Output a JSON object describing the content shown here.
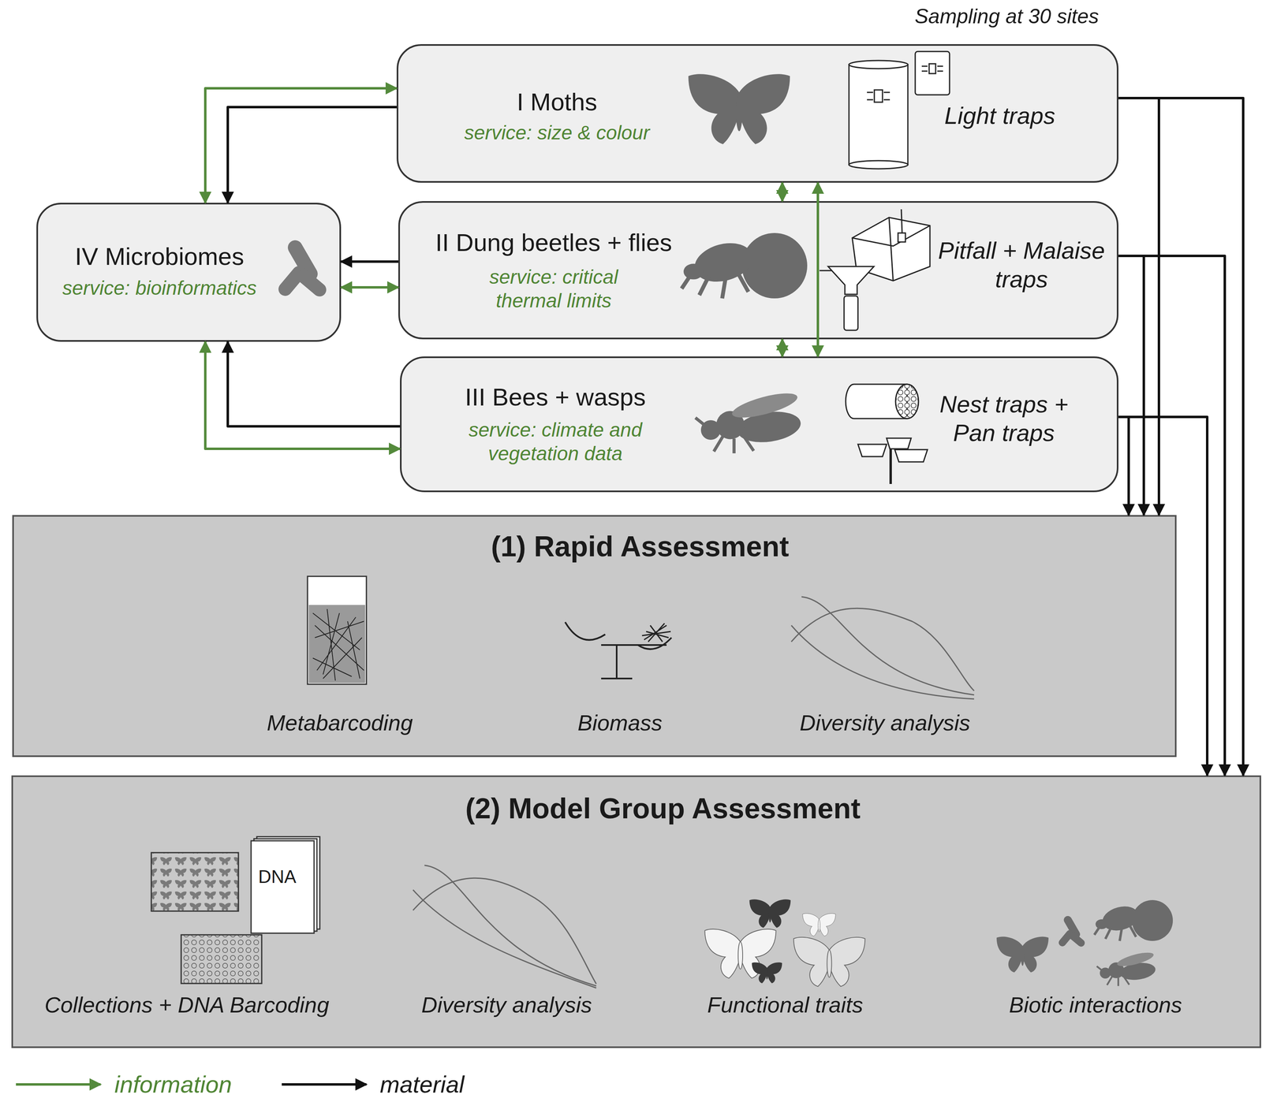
{
  "diagram": {
    "nodes": [
      {
        "text": [
          "I Moths",
          "service: size & colour",
          "Light traps"
        ]
      },
      {
        "text": [
          "IV Microbiomes",
          "service: bioinformatics"
        ]
      },
      {
        "text": [
          "II Dung beetles + flies",
          "service: critical thermal limits",
          "Pitfall + Malaise traps"
        ]
      },
      {
        "text": [
          "III Bees + wasps",
          "service: climate and vegetation data",
          "Nest traps + Pan traps"
        ]
      },
      {
        "text": [
          "(1) Rapid Assessment",
          "Metabarcoding",
          "Biomass",
          "Diversity analysis"
        ]
      },
      {
        "text": [
          "(2) Model Group Assessment",
          "Collections + DNA Barcoding",
          "Diversity analysis",
          "Functional traits",
          "Biotic interactions"
        ]
      }
    ],
    "edges": [
      {
        "from": 0,
        "to": 1,
        "arrow": "both"
      },
      {
        "from": 0,
        "to": 1,
        "arrow": "to"
      },
      {
        "from": 2,
        "to": 1,
        "arrow": "to"
      },
      {
        "from": 2,
        "to": 1,
        "arrow": "both"
      },
      {
        "from": 3,
        "to": 1,
        "arrow": "to"
      },
      {
        "from": 3,
        "to": 1,
        "arrow": "both"
      },
      {
        "from": 0,
        "to": 2,
        "arrow": "both"
      },
      {
        "from": 2,
        "to": 3,
        "arrow": "both"
      },
      {
        "from": 0,
        "to": 3,
        "arrow": "both"
      },
      {
        "from": 0,
        "to": 4,
        "arrow": "to"
      },
      {
        "from": 2,
        "to": 4,
        "arrow": "to"
      },
      {
        "from": 3,
        "to": 4,
        "arrow": "to"
      },
      {
        "from": 0,
        "to": 5,
        "arrow": "to"
      },
      {
        "from": 2,
        "to": 5,
        "arrow": "to"
      },
      {
        "from": 3,
        "to": 5,
        "arrow": "to"
      }
    ],
    "labels": [
      "Sampling at 30 sites",
      "DNA"
    ],
    "legend": [
      {
        "text": "information"
      },
      {
        "text": "material"
      }
    ]
  }
}
